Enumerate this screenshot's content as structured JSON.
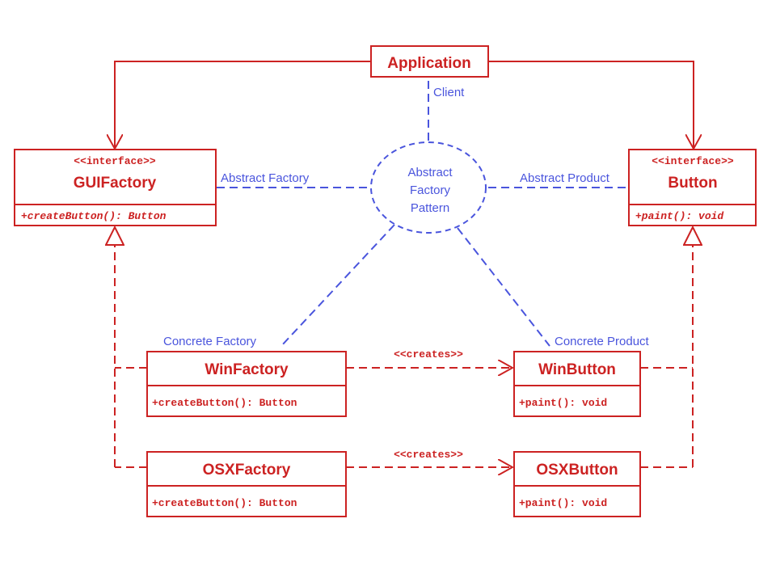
{
  "colors": {
    "uml": "#cc2222",
    "pattern": "#4a55dd",
    "background": "#ffffff"
  },
  "application": {
    "name": "Application"
  },
  "gui_factory": {
    "stereotype": "<<interface>>",
    "name": "GUIFactory",
    "method": "+createButton(): Button"
  },
  "button": {
    "stereotype": "<<interface>>",
    "name": "Button",
    "method": "+paint(): void"
  },
  "win_factory": {
    "name": "WinFactory",
    "method": "+createButton(): Button"
  },
  "osx_factory": {
    "name": "OSXFactory",
    "method": "+createButton(): Button"
  },
  "win_button": {
    "name": "WinButton",
    "method": "+paint(): void"
  },
  "osx_button": {
    "name": "OSXButton",
    "method": "+paint(): void"
  },
  "creates_label": "<<creates>>",
  "pattern": {
    "circle_lines": [
      "Abstract",
      "Factory",
      "Pattern"
    ],
    "roles": {
      "client": "Client",
      "abstract_factory": "Abstract Factory",
      "abstract_product": "Abstract Product",
      "concrete_factory": "Concrete Factory",
      "concrete_product": "Concrete Product"
    }
  }
}
